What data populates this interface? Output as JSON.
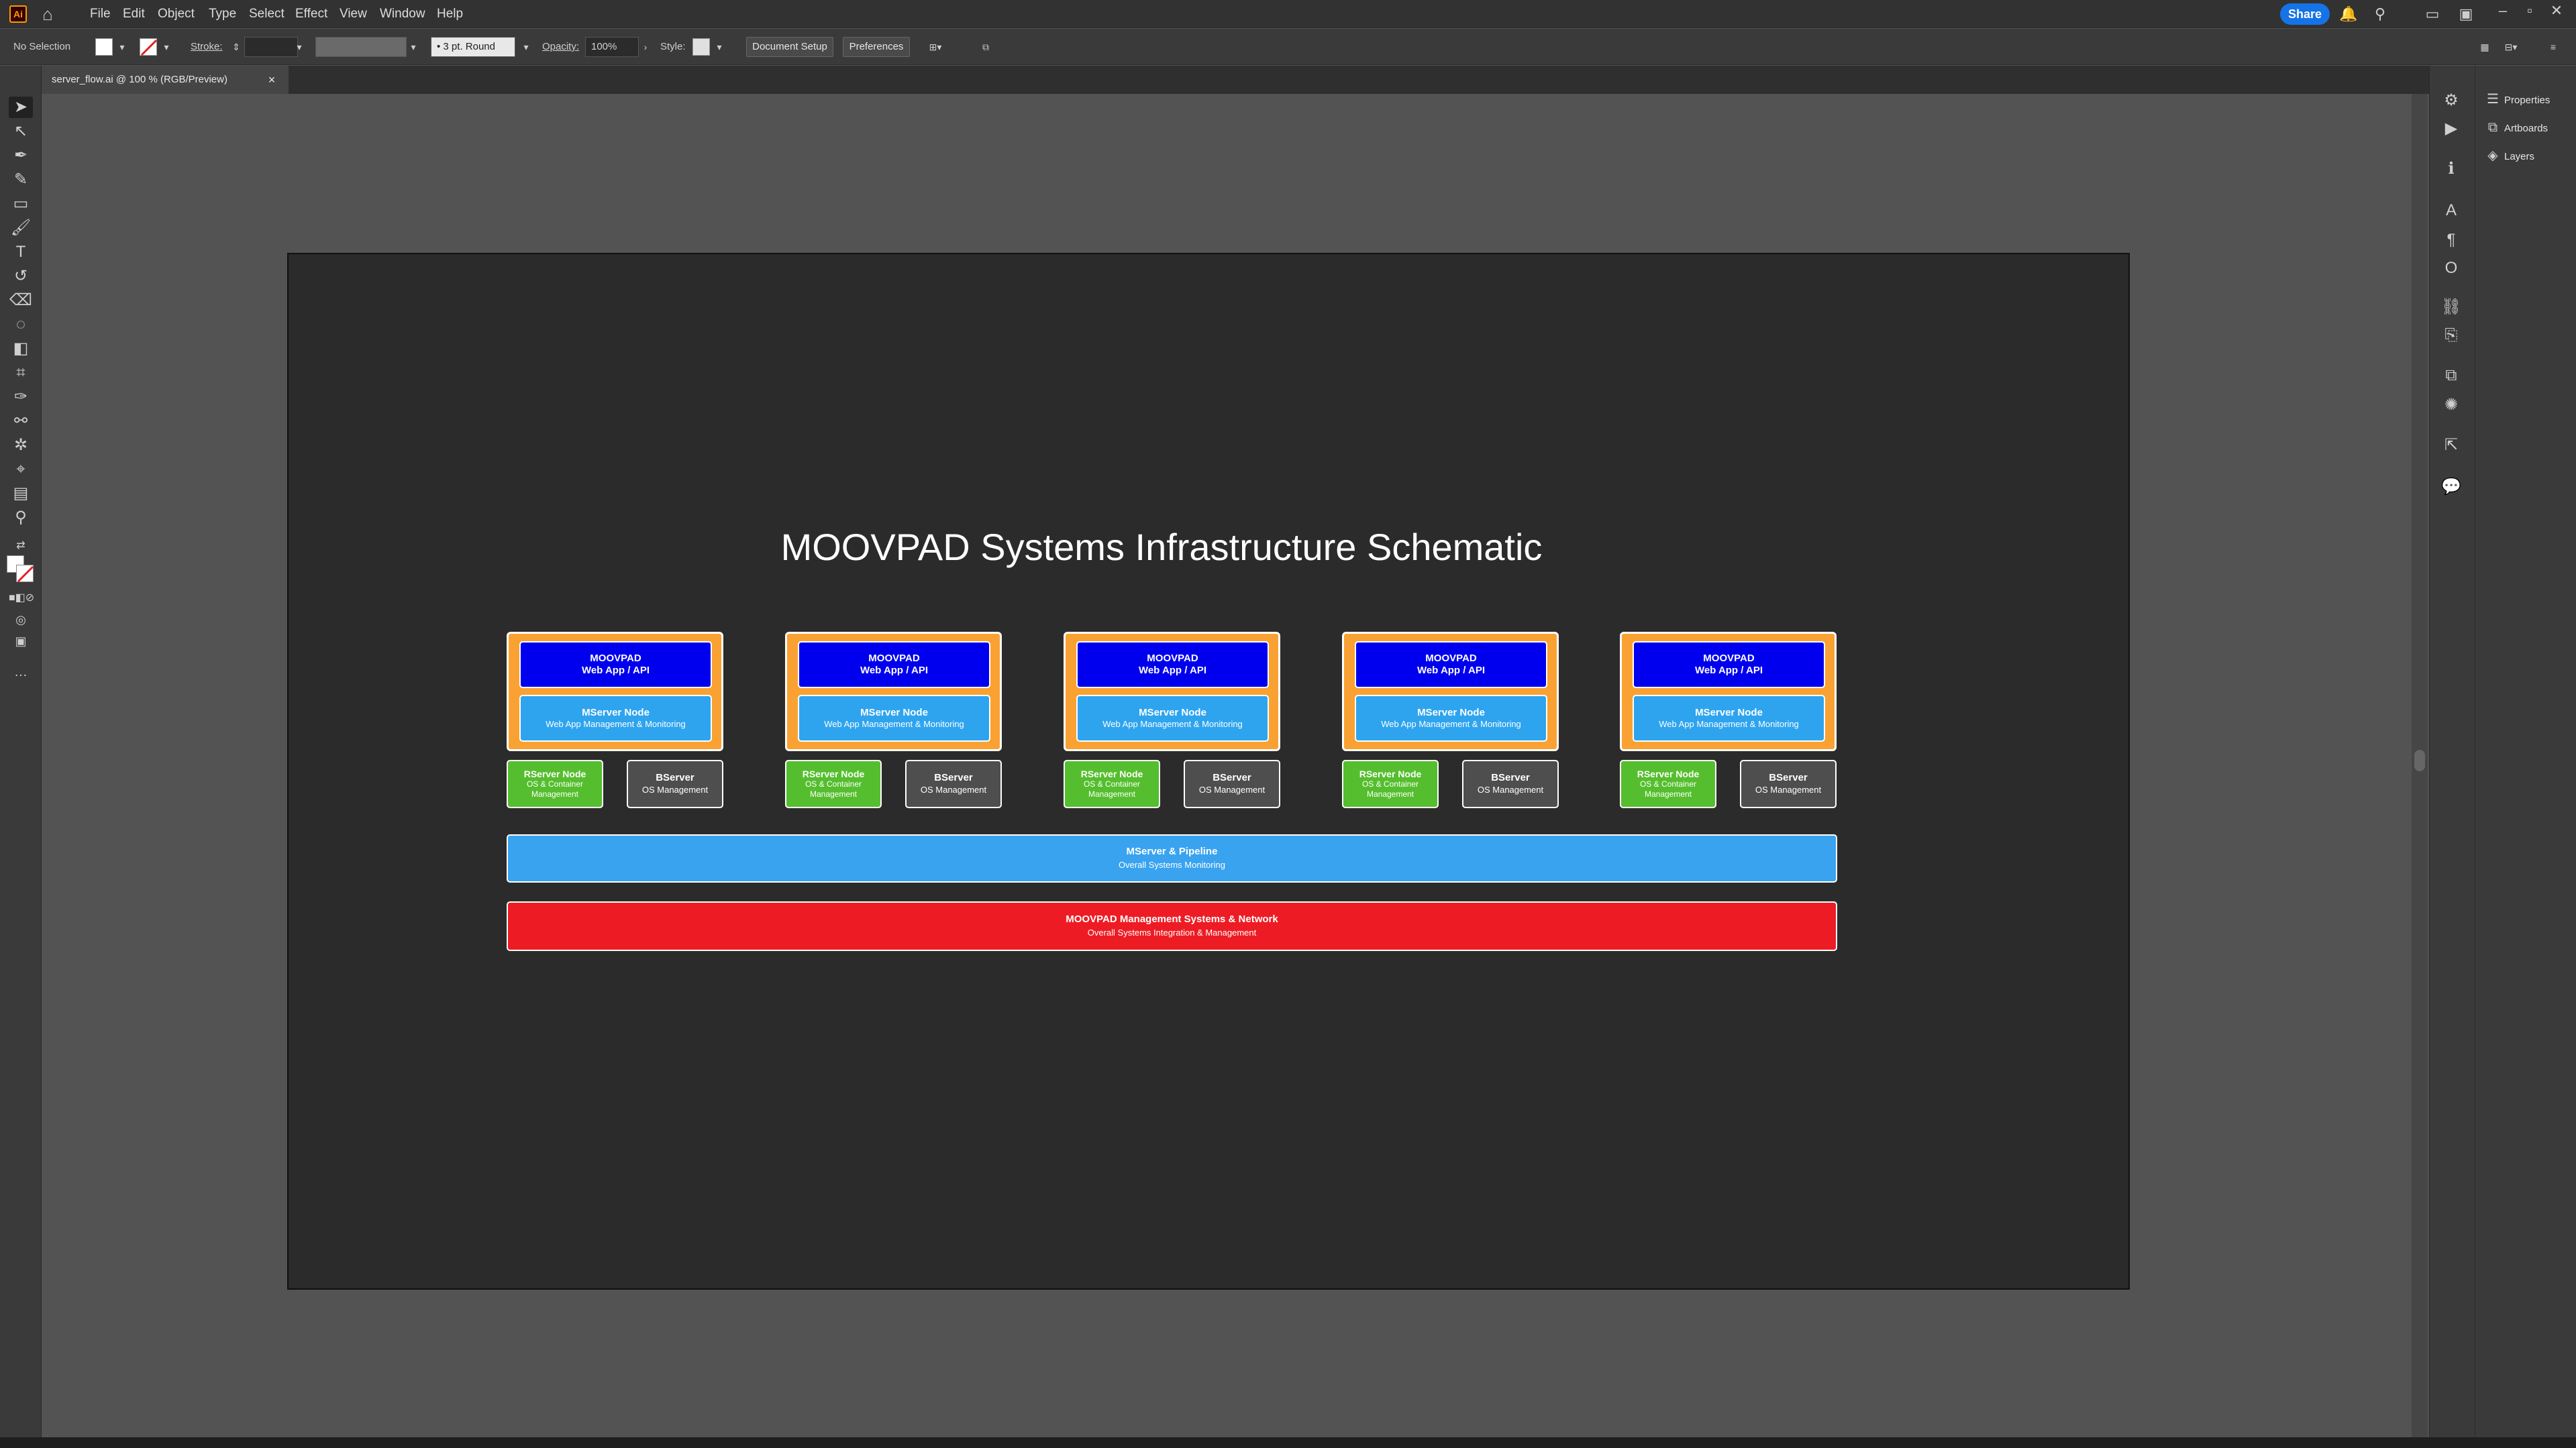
{
  "app": {
    "logo": "Ai",
    "menu": [
      "File",
      "Edit",
      "Object",
      "Type",
      "Select",
      "Effect",
      "View",
      "Window",
      "Help"
    ],
    "share_label": "Share"
  },
  "control_bar": {
    "selection": "No Selection",
    "stroke_label": "Stroke:",
    "brush": "3 pt. Round",
    "opacity_label": "Opacity:",
    "opacity_value": "100%",
    "style_label": "Style:",
    "document_setup": "Document Setup",
    "preferences": "Preferences"
  },
  "document": {
    "tab_title": "server_flow.ai @ 100 % (RGB/Preview)",
    "close": "×"
  },
  "right_panel": {
    "items": [
      {
        "label": "Properties",
        "icon": "properties-icon"
      },
      {
        "label": "Artboards",
        "icon": "artboards-icon"
      },
      {
        "label": "Layers",
        "icon": "layers-icon"
      }
    ]
  },
  "diagram": {
    "title": "MOOVPAD Systems Infrastructure Schematic",
    "clusters": [
      {
        "webapp": [
          "MOOVPAD",
          "Web App / API"
        ],
        "mserver": "MServer Node",
        "mserver_sub": "Web App Management & Monitoring",
        "rserver": "RServer Node",
        "rserver_sub": [
          "OS & Container",
          "Management"
        ],
        "bserver": "BServer",
        "bserver_sub": "OS Management"
      },
      {
        "webapp": [
          "MOOVPAD",
          "Web App / API"
        ],
        "mserver": "MServer Node",
        "mserver_sub": "Web App Management & Monitoring",
        "rserver": "RServer Node",
        "rserver_sub": [
          "OS & Container",
          "Management"
        ],
        "bserver": "BServer",
        "bserver_sub": "OS Management"
      },
      {
        "webapp": [
          "MOOVPAD",
          "Web App / API"
        ],
        "mserver": "MServer Node",
        "mserver_sub": "Web App Management & Monitoring",
        "rserver": "RServer Node",
        "rserver_sub": [
          "OS & Container",
          "Management"
        ],
        "bserver": "BServer",
        "bserver_sub": "OS Management"
      },
      {
        "webapp": [
          "MOOVPAD",
          "Web App / API"
        ],
        "mserver": "MServer Node",
        "mserver_sub": "Web App Management & Monitoring",
        "rserver": "RServer Node",
        "rserver_sub": [
          "OS & Container",
          "Management"
        ],
        "bserver": "BServer",
        "bserver_sub": "OS Management"
      },
      {
        "webapp": [
          "MOOVPAD",
          "Web App / API"
        ],
        "mserver": "MServer Node",
        "mserver_sub": "Web App Management & Monitoring",
        "rserver": "RServer Node",
        "rserver_sub": [
          "OS & Container",
          "Management"
        ],
        "bserver": "BServer",
        "bserver_sub": "OS Management"
      }
    ],
    "pipeline": {
      "title": "MServer & Pipeline",
      "sub": "Overall Systems Monitoring"
    },
    "network": {
      "title": "MOOVPAD Management Systems & Network",
      "sub": "Overall Systems Integration & Management"
    },
    "colors": {
      "cluster": "#f9a233",
      "webapp": "#0000ee",
      "mserver": "#2ea4ef",
      "rserver": "#55be2e",
      "bserver": "#4e4e4e",
      "network": "#ed1c24"
    }
  }
}
